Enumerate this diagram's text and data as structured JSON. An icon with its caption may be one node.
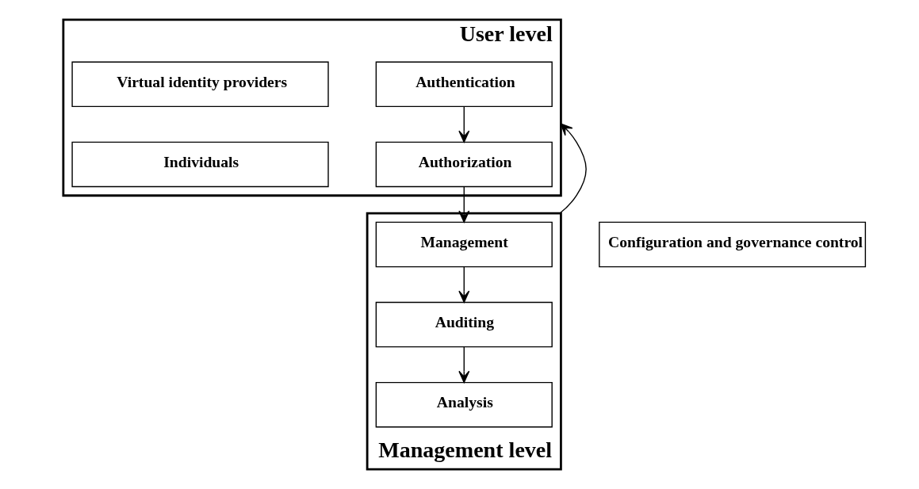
{
  "diagram": {
    "nodes": [
      {
        "text": [
          "User level"
        ]
      },
      {
        "text": [
          "Authentication"
        ],
        "in": 0
      },
      {
        "text": [
          "Authorization"
        ],
        "in": 0
      },
      {
        "text": [
          "Virtual identity providers"
        ],
        "in": 0
      },
      {
        "text": [
          "Individuals"
        ],
        "in": 0
      },
      {
        "text": [
          "Management level"
        ]
      },
      {
        "text": [
          "Management"
        ],
        "in": 5
      },
      {
        "text": [
          "Auditing"
        ],
        "in": 5
      },
      {
        "text": [
          "Analysis"
        ],
        "in": 5
      },
      {
        "text": [
          "Configuration and governance control"
        ]
      }
    ],
    "edges": [
      {
        "from": 1,
        "to": 2,
        "arrow": "to"
      },
      {
        "from": 2,
        "to": 6,
        "arrow": "to"
      },
      {
        "from": 6,
        "to": 7,
        "arrow": "to"
      },
      {
        "from": 7,
        "to": 8,
        "arrow": "to"
      },
      {
        "from": 5,
        "to": 0,
        "arrow": "to"
      }
    ]
  }
}
